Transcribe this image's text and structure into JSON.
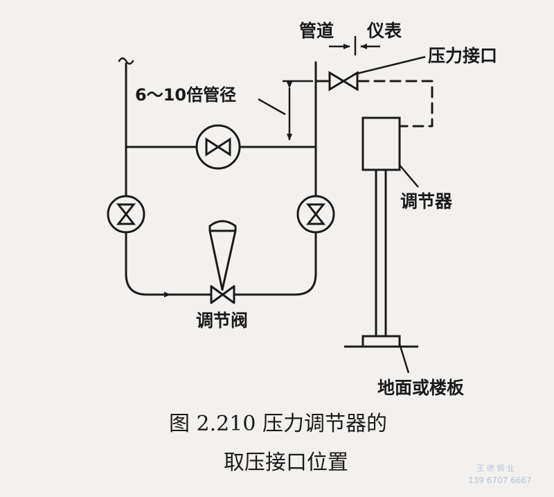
{
  "labels": {
    "pipe": "管道",
    "instrument": "仪表",
    "pressure_port": "压力接口",
    "distance": "6～10倍管径",
    "regulator": "调节器",
    "control_valve": "调节阀",
    "floor": "地面或楼板"
  },
  "caption": {
    "line1": "图 2.210   压力调节器的",
    "line2": "取压接口位置"
  },
  "watermark": {
    "line1": "王 德 钢 业",
    "line2": "139 6707 6667"
  }
}
